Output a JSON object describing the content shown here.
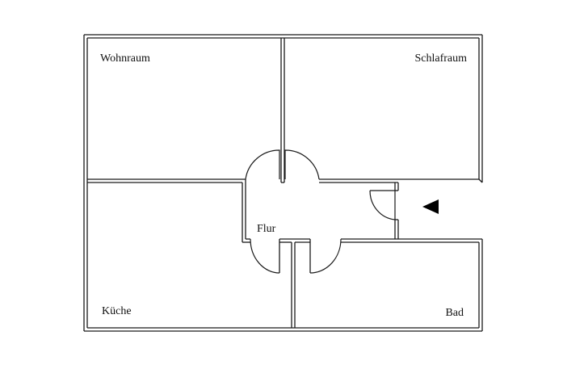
{
  "rooms": {
    "wohnraum": "Wohnraum",
    "schlafraum": "Schlafraum",
    "flur": "Flur",
    "kueche": "Küche",
    "bad": "Bad"
  },
  "colors": {
    "line": "#1a1a1a",
    "background": "#ffffff",
    "text": "#111111"
  },
  "icons": {
    "entrance": "entrance-arrow-icon"
  }
}
